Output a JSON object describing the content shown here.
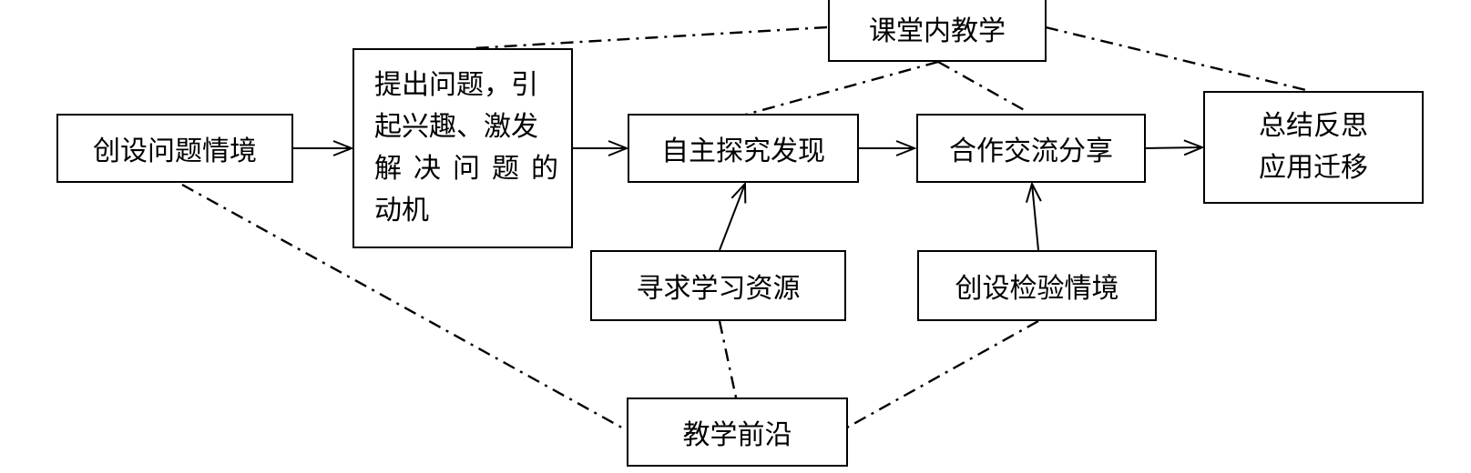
{
  "diagram": {
    "nodes": {
      "classroom": "课堂内教学",
      "create_scenario": "创设问题情境",
      "raise_question": [
        "提出问题，引",
        "起兴趣、激发",
        "解决问题的",
        "动机"
      ],
      "self_explore": "自主探究发现",
      "cooperate": "合作交流分享",
      "summary": [
        "总结反思",
        "应用迁移"
      ],
      "seek_resources": "寻求学习资源",
      "test_scenario": "创设检验情境",
      "frontier": "教学前沿"
    },
    "line_color": "#000000"
  }
}
